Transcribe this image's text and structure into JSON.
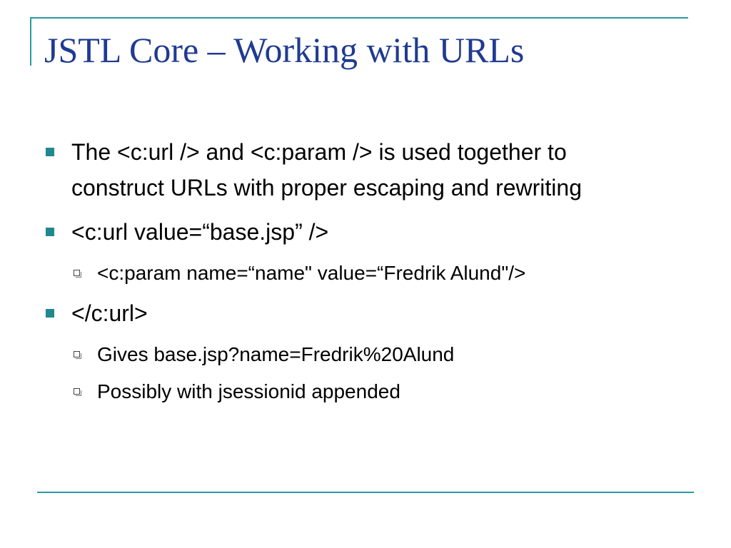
{
  "slide": {
    "title": "JSTL Core – Working with URLs",
    "accent_color": "#2b9aa0",
    "title_color": "#1f3b91",
    "bullets": [
      {
        "level": 1,
        "text": "The <c:url /> and <c:param /> is used together to construct URLs with proper escaping and rewriting"
      },
      {
        "level": 1,
        "text": "<c:url value=“base.jsp” />"
      },
      {
        "level": 2,
        "text": "<c:param name=“name\" value=“Fredrik Alund\"/>"
      },
      {
        "level": 1,
        "text": "</c:url>"
      },
      {
        "level": 2,
        "text": "Gives base.jsp?name=Fredrik%20Alund"
      },
      {
        "level": 2,
        "text": "Possibly with jsessionid appended"
      }
    ]
  }
}
